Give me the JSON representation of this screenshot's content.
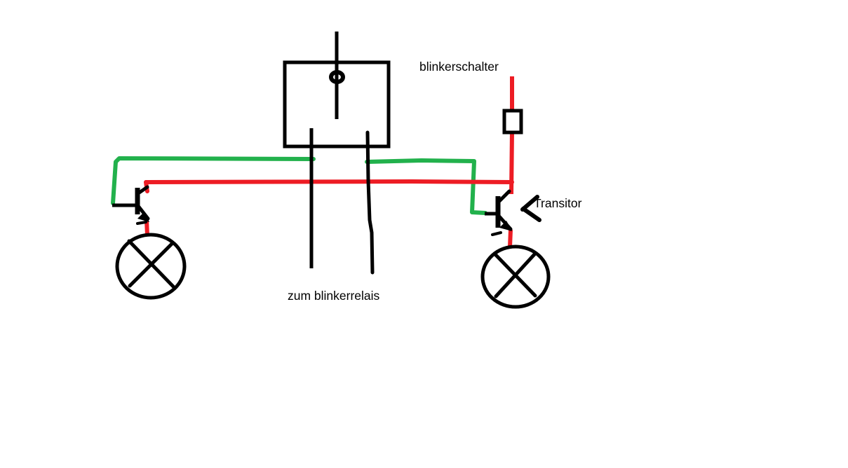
{
  "diagram": {
    "kind": "hand-drawn blinker circuit sketch",
    "background": "#ffffff",
    "colors": {
      "ink": "#000000",
      "red": "#ed1c24",
      "green": "#22b14c",
      "paper": "#ffffff"
    },
    "labels": {
      "blinker_switch": "blinkerschalter",
      "transistor": "Transitor",
      "to_blinker_relay": "zum blinkerrelais"
    },
    "components": [
      {
        "name": "relay-box"
      },
      {
        "name": "relay-lead-left"
      },
      {
        "name": "relay-lead-right"
      },
      {
        "name": "blinker-switch"
      },
      {
        "name": "green-signal-wire"
      },
      {
        "name": "red-supply-wire"
      },
      {
        "name": "transistor-left"
      },
      {
        "name": "transistor-right"
      },
      {
        "name": "indicator-lamp-left"
      },
      {
        "name": "indicator-lamp-right"
      },
      {
        "name": "transistor-annotation-arrow"
      }
    ]
  }
}
